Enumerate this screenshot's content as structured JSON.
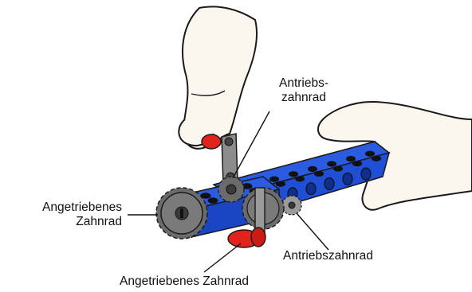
{
  "labels": {
    "drive_gear_top_line1": "Antriebs-",
    "drive_gear_top_line2": "zahnrad",
    "driven_gear_left_line1": "Angetriebenes",
    "driven_gear_left_line2": "Zahnrad",
    "drive_gear_right": "Antriebszahnrad",
    "driven_gear_bottom": "Angetriebenes Zahnrad"
  },
  "colors": {
    "brick_blue": "#1f4fd6",
    "brick_blue_dark": "#0f2f8f",
    "stud_black": "#111111",
    "gear_gray": "#6b6b6b",
    "gear_dark": "#3a3a3a",
    "axle_red": "#e0231c",
    "hand_fill": "#fbf6ee",
    "outline": "#1a1a1a"
  }
}
